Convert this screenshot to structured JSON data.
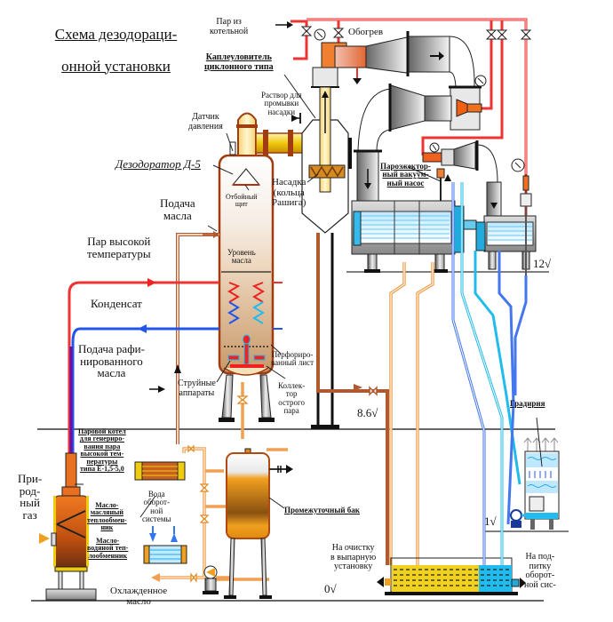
{
  "title": "Схема дезодорационной установки",
  "title_lines": [
    "Схема дезодораци-",
    "онной установки"
  ],
  "labels": {
    "steam_from_boiler": "Пар из\nкотельной",
    "heating": "Обогрев",
    "cyclone_separator": "Каплеуловитель\nциклонного типа",
    "wash_solution": "Раствор для\nпромывки\nнасадки",
    "pressure_sensor": "Датчик\nдавления",
    "deodorizer": "Дезодоратор Д-5",
    "packing": "Насадка\n(кольца\nРашига)",
    "baffle": "Отбойный\nщит",
    "oil_feed": "Подача\nмасла",
    "oil_level": "Уровень\nмасла",
    "high_temp_steam": "Пар высокой\nтемпературы",
    "condensate": "Конденсат",
    "refined_oil_feed": "Подача рафи-\nнированного\nмасла",
    "perforated_sheet": "Перфориро-\nванный лист",
    "jet_devices": "Струйные\nаппараты",
    "live_steam_collector": "Коллек-\nтор\nострого\nпара",
    "steam_ejector_pump": "Пароэжектор-\nный вакуум-\nный насос",
    "boiler": "Паровой котел\nдля генериро-\nвания пара\nвысокой тем-\nпературы\nтипа Е-1,5-5,0",
    "natural_gas": "При-\nрод-\nный\nгаз",
    "oil_oil_exchanger": "Масло-\nмасляный\nтеплообмен-\nник",
    "oil_water_exchanger": "Масло-\nводяной теп-\nлообменник",
    "recirc_water": "Вода\nоборот-\nной\nсистемы",
    "intermediate_tank": "Промежуточный бак",
    "cooled_oil": "Охлажденное\nмасло",
    "to_cleaning": "На очистку\nв выпарную\nустановку",
    "cooling_tower": "Градирня",
    "to_makeup": "На под-\nпитку\nоборот-\nной сис-"
  },
  "levels": {
    "level_12": "12√",
    "level_8_6": "8.6√",
    "level_1": "1√",
    "level_0": "0√"
  },
  "colors": {
    "steam_red": "#ee2222",
    "steam_pink": "#f4a0a0",
    "condensate_blue": "#2255ee",
    "water_cyan": "#22bbee",
    "oil_orange": "#f08020",
    "oil_brown": "#b05020",
    "gas_purple": "#6a0ea8",
    "tank_yellow": "#f0cc10"
  }
}
